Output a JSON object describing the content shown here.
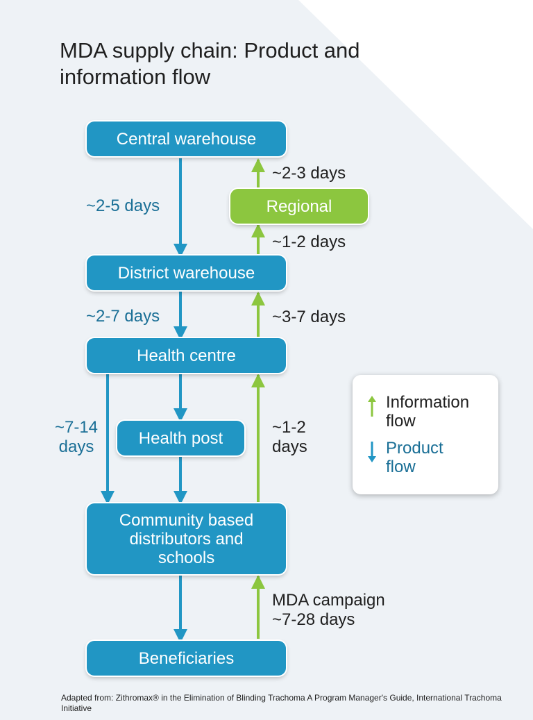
{
  "title": "MDA supply chain: Product and information flow",
  "colors": {
    "product": "#2196c4",
    "product_text": "#1a6f96",
    "information": "#8cc63f",
    "background": "#eef2f6"
  },
  "nodes": {
    "central": "Central warehouse",
    "regional": "Regional",
    "district": "District warehouse",
    "health_centre": "Health centre",
    "health_post": "Health post",
    "community": "Community based distributors and schools",
    "beneficiaries": "Beneficiaries"
  },
  "product_flow_labels": {
    "central_to_district": "~2-5 days",
    "district_to_health_centre": "~2-7 days",
    "health_centre_to_community": "~7-14 days"
  },
  "information_flow_labels": {
    "regional_to_central": "~2-3 days",
    "district_to_regional": "~1-2 days",
    "health_centre_to_district": "~3-7 days",
    "community_to_health_centre": "~1-2 days",
    "beneficiaries_to_community": "MDA campaign ~7-28 days"
  },
  "legend": {
    "information": "Information flow",
    "product": "Product flow"
  },
  "footer": "Adapted from: Zithromax® in the Elimination of Blinding Trachoma A Program Manager's Guide, International Trachoma Initiative"
}
